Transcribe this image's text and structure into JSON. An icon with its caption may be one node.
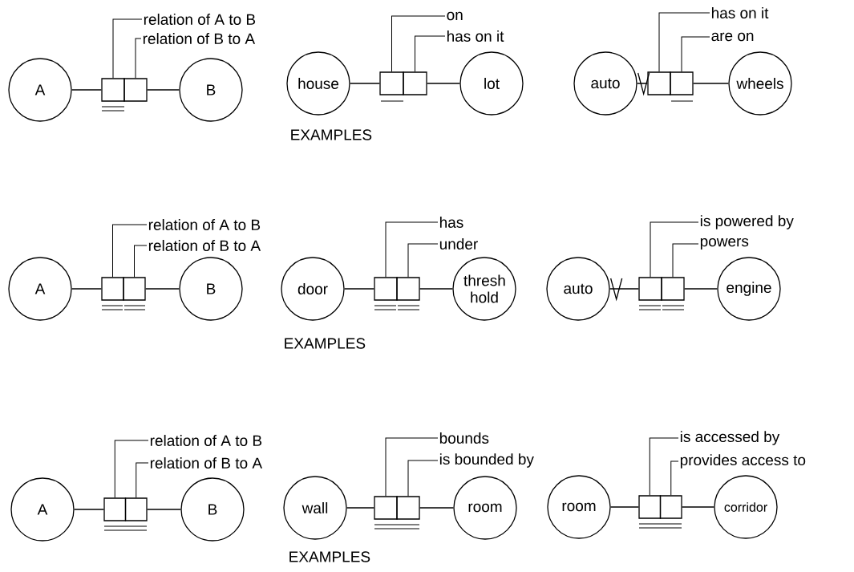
{
  "diagram": {
    "nodes": [
      {
        "text": [
          "relation of A to B"
        ]
      },
      {
        "text": [
          "relation of B to A"
        ]
      },
      {
        "text": [
          "A"
        ]
      },
      {
        "text": [],
        "shape": "box"
      },
      {
        "text": [],
        "shape": "box"
      },
      {
        "text": [
          "B"
        ]
      },
      {
        "text": [
          "on"
        ]
      },
      {
        "text": [
          "has on it"
        ]
      },
      {
        "text": [
          "house"
        ]
      },
      {
        "text": [],
        "shape": "box"
      },
      {
        "text": [],
        "shape": "box"
      },
      {
        "text": [
          "lot"
        ]
      },
      {
        "text": [
          "has on it"
        ]
      },
      {
        "text": [
          "are on"
        ]
      },
      {
        "text": [
          "auto"
        ]
      },
      {
        "text": [],
        "shape": "box"
      },
      {
        "text": [],
        "shape": "box"
      },
      {
        "text": [
          "wheels"
        ]
      },
      {
        "text": [
          "relation of A to B"
        ]
      },
      {
        "text": [
          "relation of B to A"
        ]
      },
      {
        "text": [
          "A"
        ]
      },
      {
        "text": [],
        "shape": "box"
      },
      {
        "text": [],
        "shape": "box"
      },
      {
        "text": [
          "B"
        ]
      },
      {
        "text": [
          "has"
        ]
      },
      {
        "text": [
          "under"
        ]
      },
      {
        "text": [
          "door"
        ]
      },
      {
        "text": [],
        "shape": "box"
      },
      {
        "text": [],
        "shape": "box"
      },
      {
        "text": [
          "thresh hold"
        ]
      },
      {
        "text": [
          "is powered by"
        ]
      },
      {
        "text": [
          "powers"
        ]
      },
      {
        "text": [
          "auto"
        ]
      },
      {
        "text": [],
        "shape": "box"
      },
      {
        "text": [],
        "shape": "box"
      },
      {
        "text": [
          "engine"
        ]
      },
      {
        "text": [
          "relation of A to B"
        ]
      },
      {
        "text": [
          "relation of B to A"
        ]
      },
      {
        "text": [
          "A"
        ]
      },
      {
        "text": [],
        "shape": "box"
      },
      {
        "text": [],
        "shape": "box"
      },
      {
        "text": [
          "B"
        ]
      },
      {
        "text": [
          "bounds"
        ]
      },
      {
        "text": [
          "is bounded by"
        ]
      },
      {
        "text": [
          "wall"
        ]
      },
      {
        "text": [],
        "shape": "box"
      },
      {
        "text": [],
        "shape": "box"
      },
      {
        "text": [
          "room"
        ]
      },
      {
        "text": [
          "is accessed by"
        ]
      },
      {
        "text": [
          "provides access to"
        ]
      },
      {
        "text": [
          "room"
        ]
      },
      {
        "text": [],
        "shape": "box"
      },
      {
        "text": [],
        "shape": "box"
      },
      {
        "text": [
          "corridor"
        ]
      }
    ],
    "edges": [
      {
        "from": 2,
        "to": 3,
        "arrow": "none"
      },
      {
        "from": 4,
        "to": 5,
        "arrow": "none"
      },
      {
        "from": 0,
        "to": 3,
        "arrow": "none"
      },
      {
        "from": 1,
        "to": 4,
        "arrow": "none"
      },
      {
        "from": 8,
        "to": 9,
        "arrow": "none"
      },
      {
        "from": 10,
        "to": 11,
        "arrow": "none"
      },
      {
        "from": 6,
        "to": 9,
        "arrow": "none"
      },
      {
        "from": 7,
        "to": 10,
        "arrow": "none"
      },
      {
        "from": 14,
        "to": 15,
        "arrow": "other"
      },
      {
        "from": 16,
        "to": 17,
        "arrow": "none"
      },
      {
        "from": 12,
        "to": 15,
        "arrow": "none"
      },
      {
        "from": 13,
        "to": 16,
        "arrow": "none"
      },
      {
        "from": 20,
        "to": 21,
        "arrow": "none"
      },
      {
        "from": 22,
        "to": 23,
        "arrow": "none"
      },
      {
        "from": 18,
        "to": 21,
        "arrow": "none"
      },
      {
        "from": 19,
        "to": 22,
        "arrow": "none"
      },
      {
        "from": 26,
        "to": 27,
        "arrow": "none"
      },
      {
        "from": 28,
        "to": 29,
        "arrow": "none"
      },
      {
        "from": 24,
        "to": 27,
        "arrow": "none"
      },
      {
        "from": 25,
        "to": 28,
        "arrow": "none"
      },
      {
        "from": 32,
        "to": 33,
        "arrow": "other"
      },
      {
        "from": 34,
        "to": 35,
        "arrow": "none"
      },
      {
        "from": 30,
        "to": 33,
        "arrow": "none"
      },
      {
        "from": 31,
        "to": 34,
        "arrow": "none"
      },
      {
        "from": 38,
        "to": 39,
        "arrow": "none"
      },
      {
        "from": 40,
        "to": 41,
        "arrow": "none"
      },
      {
        "from": 36,
        "to": 39,
        "arrow": "none"
      },
      {
        "from": 37,
        "to": 40,
        "arrow": "none"
      },
      {
        "from": 44,
        "to": 45,
        "arrow": "none"
      },
      {
        "from": 46,
        "to": 47,
        "arrow": "none"
      },
      {
        "from": 42,
        "to": 45,
        "arrow": "none"
      },
      {
        "from": 43,
        "to": 46,
        "arrow": "none"
      },
      {
        "from": 50,
        "to": 51,
        "arrow": "none"
      },
      {
        "from": 52,
        "to": 53,
        "arrow": "none"
      },
      {
        "from": 48,
        "to": 51,
        "arrow": "none"
      },
      {
        "from": 49,
        "to": 52,
        "arrow": "none"
      }
    ],
    "labels": [
      "EXAMPLES",
      "EXAMPLES",
      "EXAMPLES"
    ]
  }
}
